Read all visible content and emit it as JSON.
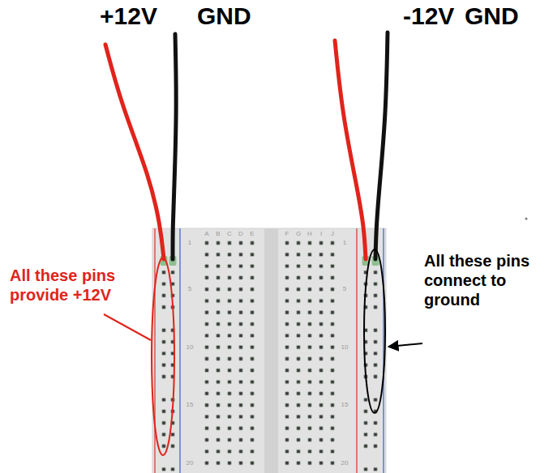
{
  "diagram": {
    "labels": [
      "+12V",
      "GND",
      "-12V",
      "GND",
      "All these pins provide +12V",
      "All these pins connect to ground",
      "A",
      "B",
      "C",
      "D",
      "E",
      "F",
      "G",
      "H",
      "I",
      "J",
      "1",
      "5",
      "10",
      "15",
      "20",
      "1",
      "5",
      "10",
      "15",
      "20"
    ]
  }
}
